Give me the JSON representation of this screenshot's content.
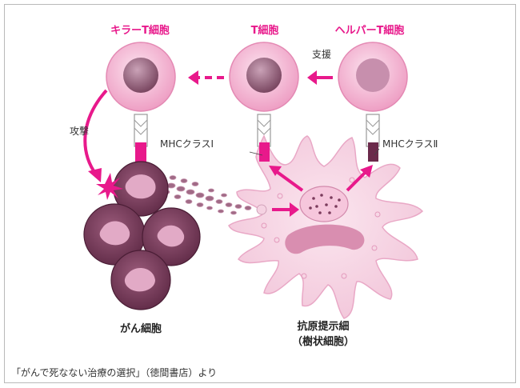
{
  "labels": {
    "killer_t_cell": "キラーT細胞",
    "t_cell": "T細胞",
    "helper_t_cell": "ヘルパーT細胞",
    "support": "支援",
    "attack": "攻撃",
    "mhc_class_1": "MHCクラスⅠ",
    "mhc_class_2": "MHCクラスⅡ",
    "cancer_cell": "がん細胞",
    "antigen_presenting_cell": "抗原提示細",
    "dendritic_cell": "（樹状細胞）"
  },
  "source": "「がんで死なない治療の選択」（徳間書店）より",
  "colors": {
    "accent": "#e8198b",
    "cell_pink": "#f2b8d2",
    "nucleus": "#8e5a73",
    "cancer": "#7a3d5a",
    "dendritic": "#f7d9e6"
  }
}
